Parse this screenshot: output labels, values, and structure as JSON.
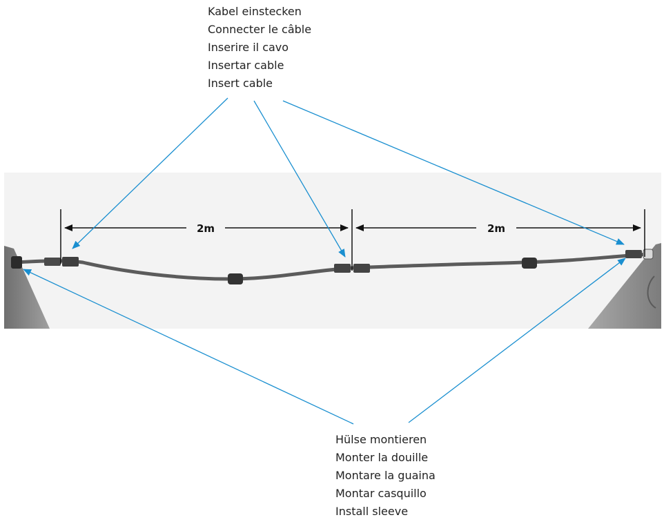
{
  "labels": {
    "top": [
      "Kabel einstecken",
      "Connecter le câble",
      "Inserire il cavo",
      "Insertar cable",
      "Insert cable"
    ],
    "bottom": [
      "Hülse montieren",
      "Monter la douille",
      "Montare la guaina",
      "Montar casquillo",
      "Install sleeve"
    ]
  },
  "dimensions": {
    "left": "2m",
    "right": "2m"
  },
  "colors": {
    "leader": "#1a8fd0",
    "cable": "#5b5b5b",
    "background_band": "#f2f2f2",
    "post": "#8a8a8a",
    "dimension": "#111111"
  }
}
